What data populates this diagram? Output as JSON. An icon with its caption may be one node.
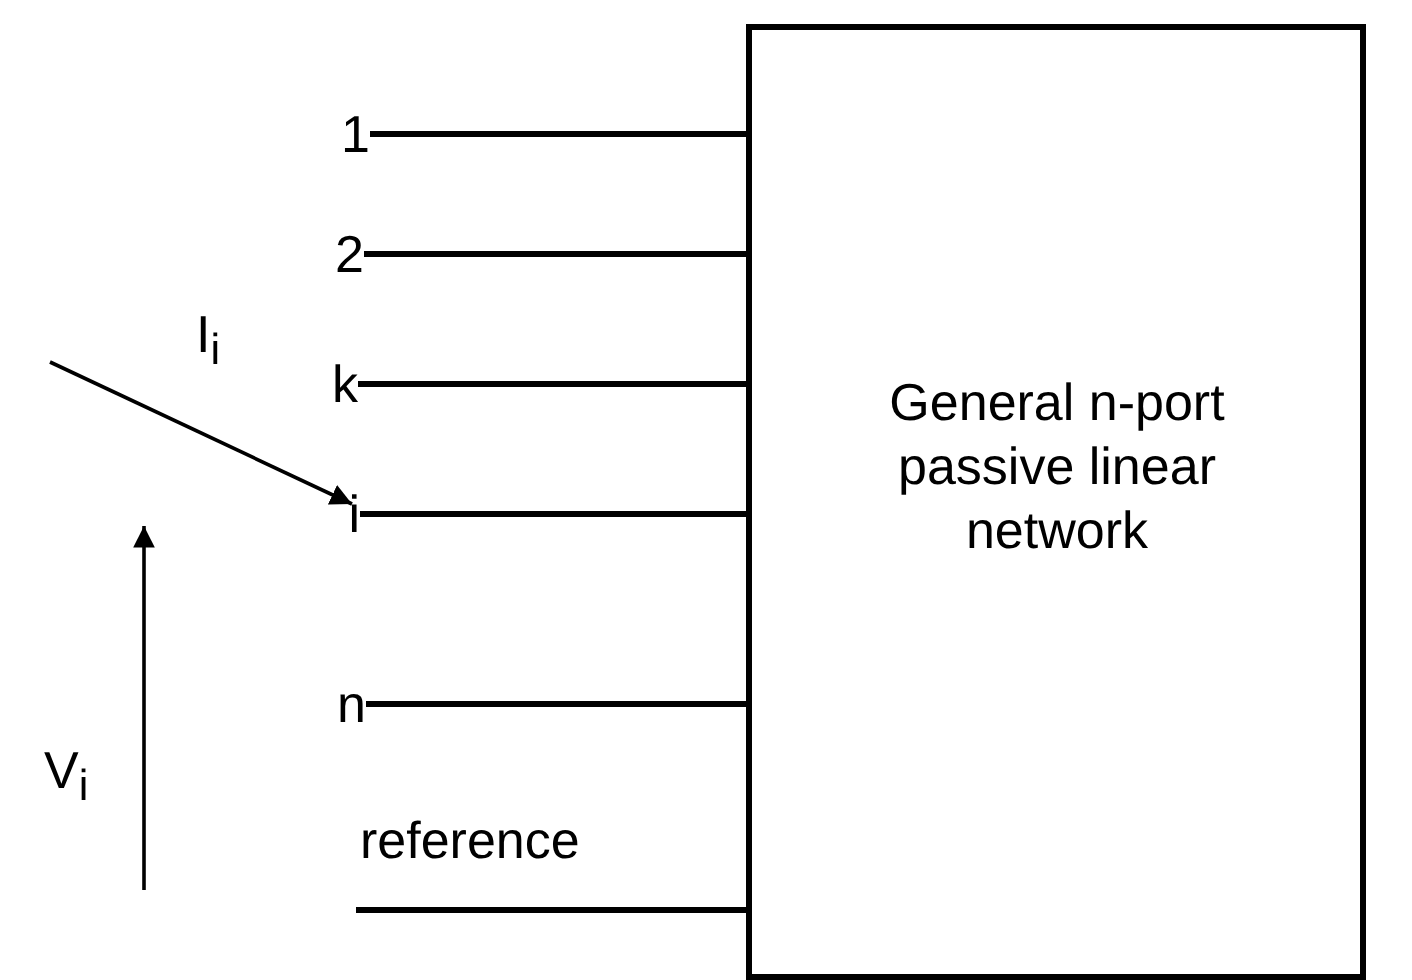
{
  "diagram": {
    "nodes": [
      {
        "text": [
          "General n-port passive linear network"
        ]
      },
      {
        "text": [
          "1"
        ]
      },
      {
        "text": [
          "2"
        ]
      },
      {
        "text": [
          "k"
        ]
      },
      {
        "text": [
          "i"
        ]
      },
      {
        "text": [
          "n"
        ]
      },
      {
        "text": [
          "reference"
        ]
      }
    ],
    "edges": [
      {
        "from": 1,
        "to": 0,
        "arrow": "none"
      },
      {
        "from": 2,
        "to": 0,
        "arrow": "none"
      },
      {
        "from": 3,
        "to": 0,
        "arrow": "none"
      },
      {
        "from": 4,
        "to": 0,
        "arrow": "none"
      },
      {
        "from": 5,
        "to": 0,
        "arrow": "none"
      },
      {
        "from": 6,
        "to": 0,
        "arrow": "none"
      },
      {
        "from": null,
        "to": 4,
        "arrow": "to",
        "label": "I$_{i}$"
      }
    ],
    "labels": [
      "V$_{i}$"
    ]
  }
}
